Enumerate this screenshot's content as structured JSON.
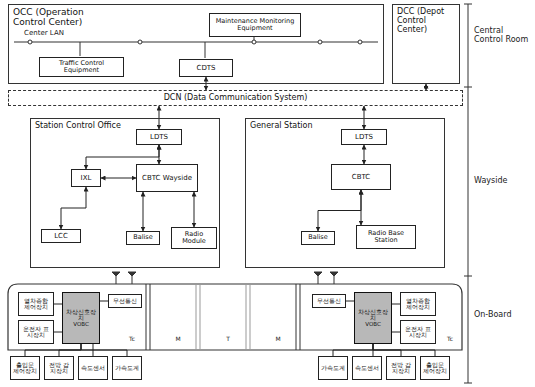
{
  "diagram": {
    "nodes": [
      {
        "text": [
          "OCC (Operation Control Center)"
        ]
      },
      {
        "text": [
          "Maintenance Monitoring Equipment"
        ],
        "in": 0
      },
      {
        "text": [
          "Traffic Control Equipment"
        ],
        "in": 0
      },
      {
        "text": [
          "CDTS"
        ],
        "in": 0
      },
      {
        "text": [
          "DCC (Depot Control Center)"
        ]
      },
      {
        "text": [
          "DCN (Data Communication System)"
        ]
      },
      {
        "text": [
          "Station Control Office"
        ]
      },
      {
        "text": [
          "LDTS"
        ],
        "in": 6
      },
      {
        "text": [
          "IXL"
        ],
        "in": 6
      },
      {
        "text": [
          "CBTC Wayside"
        ],
        "in": 6
      },
      {
        "text": [
          "LCC"
        ],
        "in": 6
      },
      {
        "text": [
          "Balise"
        ],
        "in": 6
      },
      {
        "text": [
          "Radio Module"
        ],
        "in": 6
      },
      {
        "text": [
          "General Station"
        ]
      },
      {
        "text": [
          "LDTS"
        ],
        "in": 13
      },
      {
        "text": [
          "CBTC"
        ],
        "in": 13
      },
      {
        "text": [
          "Balise"
        ],
        "in": 13
      },
      {
        "text": [
          "Radio Base Station"
        ],
        "in": 13
      },
      {
        "text": [
          "무선통신"
        ]
      },
      {
        "text": [
          "차상신호장치",
          "VOBC"
        ]
      },
      {
        "text": [
          "열차종합 제어장치"
        ]
      },
      {
        "text": [
          "운전자 표시장치"
        ]
      },
      {
        "text": [
          "출입문 제어장치"
        ]
      },
      {
        "text": [
          "전방 감지장치"
        ]
      },
      {
        "text": [
          "속도센서"
        ]
      },
      {
        "text": [
          "가속도계"
        ]
      },
      {
        "text": [
          "무선통신"
        ]
      },
      {
        "text": [
          "차상신호장치",
          "VOBC"
        ]
      },
      {
        "text": [
          "열차종합 제어장치"
        ]
      },
      {
        "text": [
          "운전자 표시장치"
        ]
      },
      {
        "text": [
          "가속도계"
        ]
      },
      {
        "text": [
          "속도센서"
        ]
      },
      {
        "text": [
          "전방 감지장치"
        ]
      },
      {
        "text": [
          "출입문 제어장치"
        ]
      }
    ],
    "edges": [
      {
        "from": 3,
        "to": 5,
        "arrow": "both"
      },
      {
        "from": 4,
        "to": 5,
        "arrow": "both"
      },
      {
        "from": 5,
        "to": 7,
        "arrow": "both"
      },
      {
        "from": 5,
        "to": 14,
        "arrow": "both"
      },
      {
        "from": 7,
        "to": 8,
        "arrow": "both"
      },
      {
        "from": 7,
        "to": 9,
        "arrow": "both"
      },
      {
        "from": 8,
        "to": 10,
        "arrow": "both"
      },
      {
        "from": 8,
        "to": 9,
        "arrow": "both"
      },
      {
        "from": 9,
        "to": 11,
        "arrow": "both"
      },
      {
        "from": 9,
        "to": 12,
        "arrow": "both"
      },
      {
        "from": 14,
        "to": 15,
        "arrow": "both"
      },
      {
        "from": 15,
        "to": 16,
        "arrow": "both"
      },
      {
        "from": 15,
        "to": 17,
        "arrow": "both"
      },
      {
        "from": 19,
        "to": 18,
        "arrow": "none"
      },
      {
        "from": 19,
        "to": 20,
        "arrow": "none"
      },
      {
        "from": 19,
        "to": 21,
        "arrow": "none"
      },
      {
        "from": 19,
        "to": 22,
        "arrow": "none"
      },
      {
        "from": 19,
        "to": 23,
        "arrow": "none"
      },
      {
        "from": 19,
        "to": 24,
        "arrow": "none"
      },
      {
        "from": 19,
        "to": 25,
        "arrow": "none"
      },
      {
        "from": 27,
        "to": 26,
        "arrow": "none"
      },
      {
        "from": 27,
        "to": 28,
        "arrow": "none"
      },
      {
        "from": 27,
        "to": 29,
        "arrow": "none"
      },
      {
        "from": 27,
        "to": 30,
        "arrow": "none"
      },
      {
        "from": 27,
        "to": 31,
        "arrow": "none"
      },
      {
        "from": 27,
        "to": 32,
        "arrow": "none"
      },
      {
        "from": 27,
        "to": 33,
        "arrow": "none"
      }
    ],
    "labels": [
      "Center LAN",
      "Central Control Room",
      "Wayside",
      "On-Board",
      "Tc",
      "M",
      "T",
      "M",
      "Tc"
    ]
  }
}
